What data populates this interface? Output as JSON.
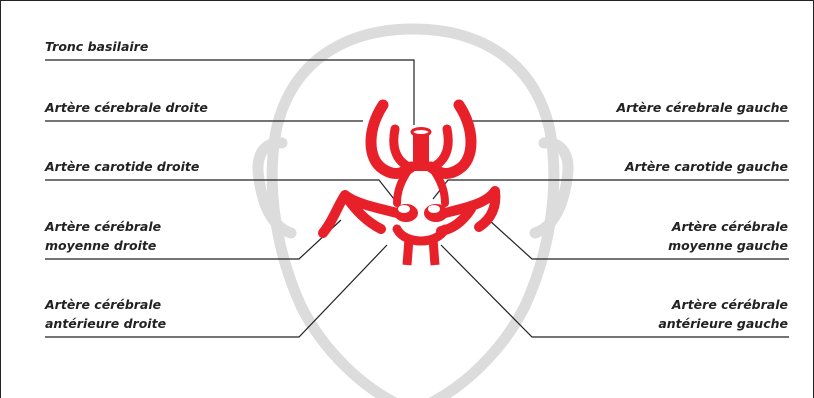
{
  "labels": {
    "basilar_trunk": "Tronc basilaire",
    "right_cerebral_artery": "Artère cérebrale droite",
    "left_cerebral_artery": "Artère cérebrale gauche",
    "right_carotid": "Artère carotide droite",
    "left_carotid": "Artère carotide gauche",
    "right_middle_cerebral": [
      "Artère cérébrale",
      "moyenne droite"
    ],
    "left_middle_cerebral": [
      "Artère cérébrale",
      "moyenne gauche"
    ],
    "right_anterior_cerebral": [
      "Artère cérébrale",
      "antérieure droite"
    ],
    "left_anterior_cerebral": [
      "Artère cérébrale",
      "antérieure gauche"
    ]
  },
  "colors": {
    "artery": "#e8202a",
    "head_outline": "#dcdcdc",
    "leader_line": "#222222",
    "text": "#222222"
  }
}
